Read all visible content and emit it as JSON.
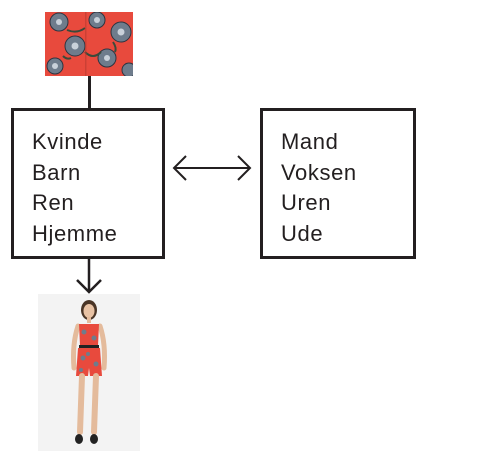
{
  "left_box": {
    "items": [
      "Kvinde",
      "Barn",
      "Ren",
      "Hjemme"
    ]
  },
  "right_box": {
    "items": [
      "Mand",
      "Voksen",
      "Uren",
      "Ude"
    ]
  },
  "images": {
    "swatch": "red-floral-fabric-swatch",
    "model": "woman-in-red-floral-playsuit"
  },
  "icons": {
    "double_arrow": "left-right-arrow-icon",
    "down_arrow": "down-arrow-icon"
  },
  "colors": {
    "line": "#231f20",
    "fabric_red": "#e84a3d",
    "flower_gray": "#6e7c8c"
  }
}
